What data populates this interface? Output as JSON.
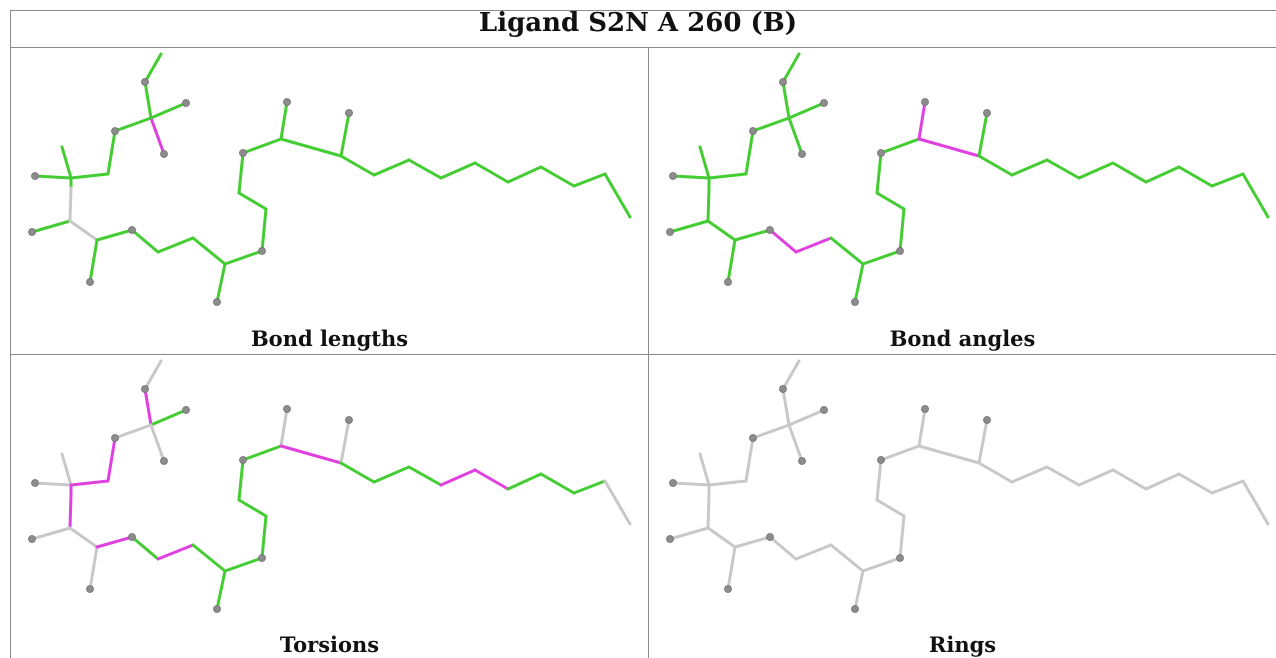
{
  "title": "Ligand S2N A 260 (B)",
  "colors": {
    "good": "#44cc33",
    "outlier": "#e040e0",
    "neutral": "#c8c8c8",
    "atom": "#8c8c8c"
  },
  "panels": [
    {
      "caption": "Bond lengths"
    },
    {
      "caption": "Bond angles"
    },
    {
      "caption": "Torsions"
    },
    {
      "caption": "Rings"
    }
  ]
}
